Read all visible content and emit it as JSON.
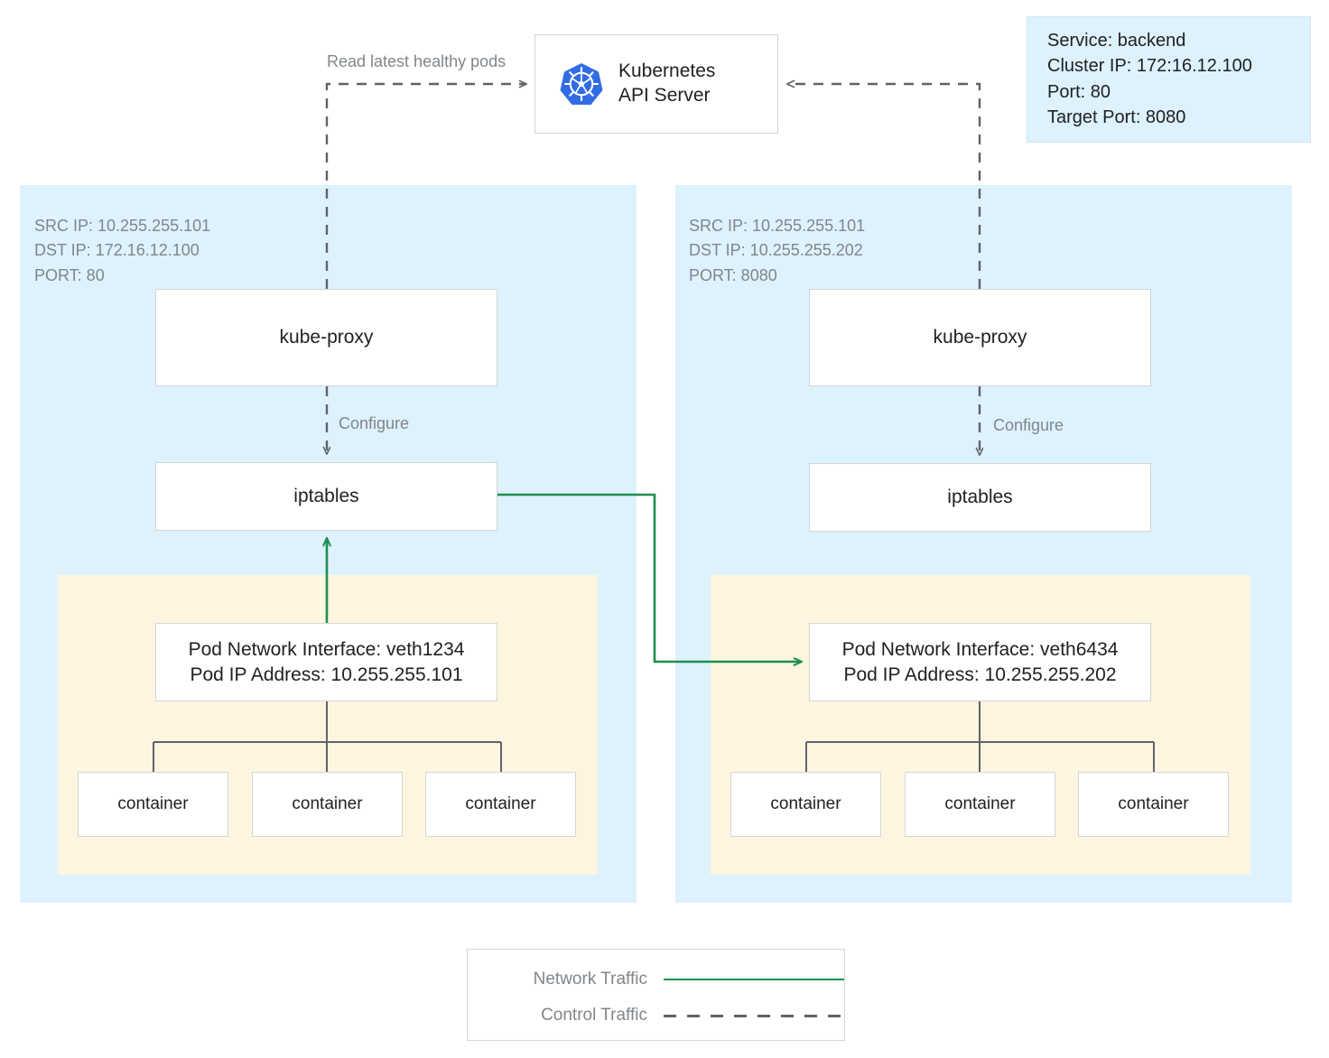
{
  "diagram": {
    "title": "Kubernetes kube-proxy iptables service routing",
    "colors": {
      "node_bg": "#ddf2fd",
      "pod_bg": "#fdf5e0",
      "box_bg": "#ffffff",
      "box_border": "#d5d5d5",
      "network_traffic": "#1e8e4e",
      "control_traffic": "#5f6368",
      "muted_text": "#80868b",
      "body_text": "#202124",
      "k8s_blue": "#326ce5"
    }
  },
  "api_server": {
    "icon": "kubernetes-wheel-icon",
    "label": "Kubernetes\nAPI Server"
  },
  "service_info": {
    "service": "Service: backend",
    "cluster_ip": "Cluster IP: 172:16.12.100",
    "port": "Port: 80",
    "target_port": "Target Port: 8080"
  },
  "edge_labels": {
    "read_pods": "Read latest healthy pods",
    "configure_left": "Configure",
    "configure_right": "Configure"
  },
  "nodes": [
    {
      "id": "left",
      "packet": "SRC IP: 10.255.255.101\nDST IP: 172.16.12.100\nPORT: 80",
      "kube_proxy": "kube-proxy",
      "iptables": "iptables",
      "pod": {
        "interface": "Pod Network Interface: veth1234",
        "ip": "Pod IP Address: 10.255.255.101",
        "containers": [
          "container",
          "container",
          "container"
        ]
      }
    },
    {
      "id": "right",
      "packet": "SRC IP: 10.255.255.101\nDST IP: 10.255.255.202\nPORT: 8080",
      "kube_proxy": "kube-proxy",
      "iptables": "iptables",
      "pod": {
        "interface": "Pod Network Interface: veth6434",
        "ip": "Pod IP Address: 10.255.255.202",
        "containers": [
          "container",
          "container",
          "container"
        ]
      }
    }
  ],
  "legend": {
    "rows": [
      {
        "label": "Network Traffic",
        "style": "solid"
      },
      {
        "label": "Control Traffic",
        "style": "dashed"
      }
    ]
  }
}
